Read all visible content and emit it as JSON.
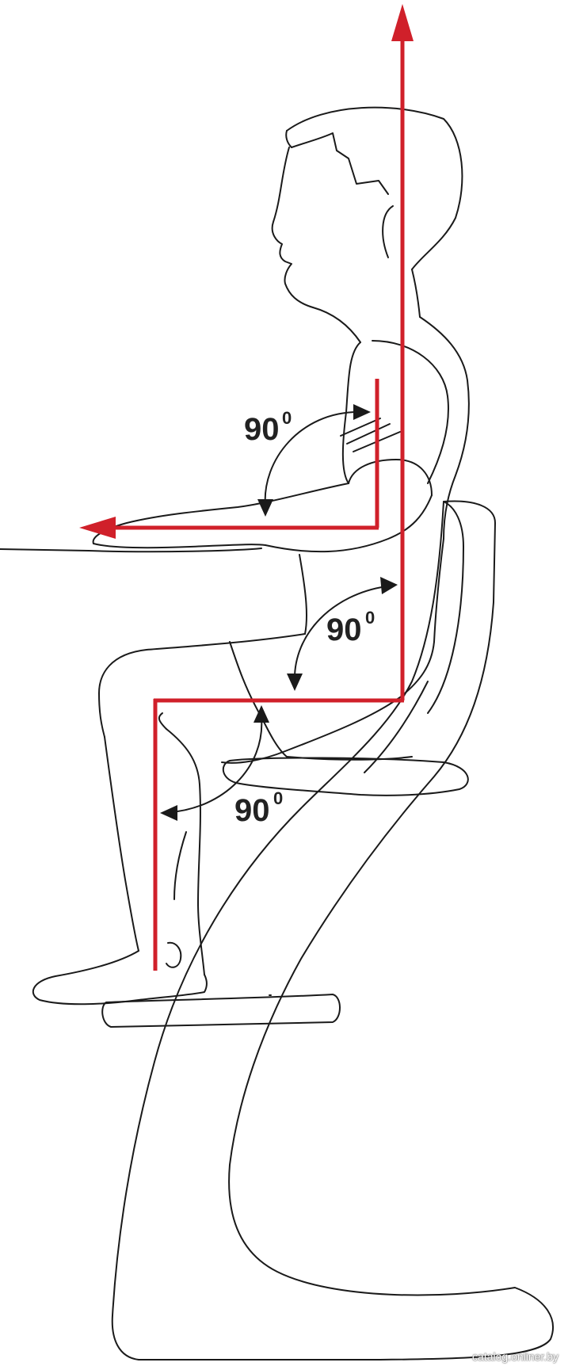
{
  "colors": {
    "posture_line": "#d0202a",
    "outline": "#1a1a1a",
    "label": "#222222"
  },
  "angles": [
    {
      "value": "90",
      "unit": "0"
    },
    {
      "value": "90",
      "unit": "0"
    },
    {
      "value": "90",
      "unit": "0"
    }
  ],
  "watermark": "catalog.onliner.by"
}
